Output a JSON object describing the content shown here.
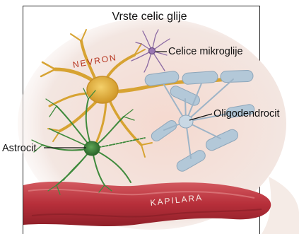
{
  "title": "Vrste celic glije",
  "labels": {
    "microglia": "Celice mikroglije",
    "neuron": "NEVRON",
    "oligodendrocyte": "Oligodendrocit",
    "astrocyte": "Astrocit",
    "capillary": "KAPILARA"
  },
  "colors": {
    "neuron": "#e0b13c",
    "astrocyte": "#3c7f3a",
    "oligodendrocyte": "#aec4d6",
    "microglia": "#8c6aa3",
    "capillary": "#c23a43",
    "background": "#f2e4de",
    "neuron_label": "#b5321c"
  }
}
